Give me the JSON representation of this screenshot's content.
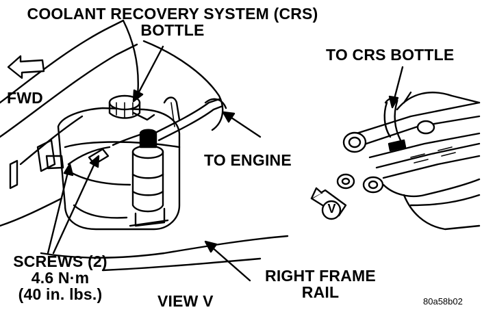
{
  "labels": {
    "crs_bottle_line1": "COOLANT RECOVERY SYSTEM (CRS)",
    "crs_bottle_line2": "BOTTLE",
    "fwd": "FWD",
    "to_engine": "TO ENGINE",
    "to_crs_bottle": "TO CRS BOTTLE",
    "screws_line1": "SCREWS (2)",
    "screws_line2": "4.6 N·m",
    "screws_line3": "(40 in. lbs.)",
    "right_frame_line1": "RIGHT FRAME",
    "right_frame_line2": "RAIL",
    "view": "VIEW V",
    "view_marker": "V",
    "figure_ref": "80a58b02"
  }
}
